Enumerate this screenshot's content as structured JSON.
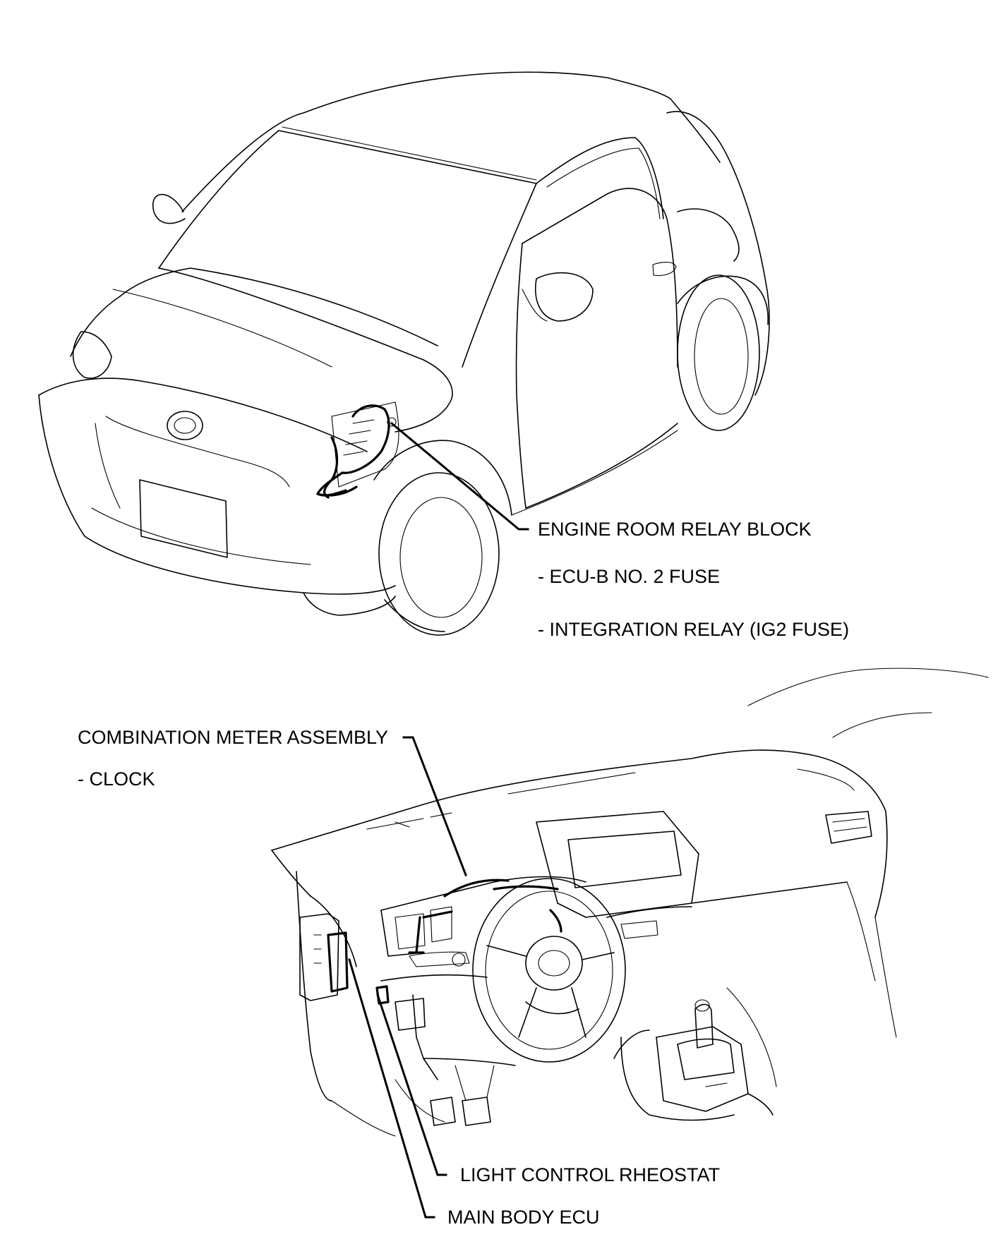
{
  "labels": {
    "engine_room_relay_block": "ENGINE ROOM RELAY BLOCK",
    "ecu_b_fuse": "- ECU-B NO. 2 FUSE",
    "integration_relay": "- INTEGRATION RELAY (IG2 FUSE)",
    "combination_meter": "COMBINATION METER ASSEMBLY",
    "clock": "- CLOCK",
    "light_control_rheostat": "LIGHT CONTROL RHEOSTAT",
    "main_body_ecu": "MAIN BODY ECU"
  }
}
